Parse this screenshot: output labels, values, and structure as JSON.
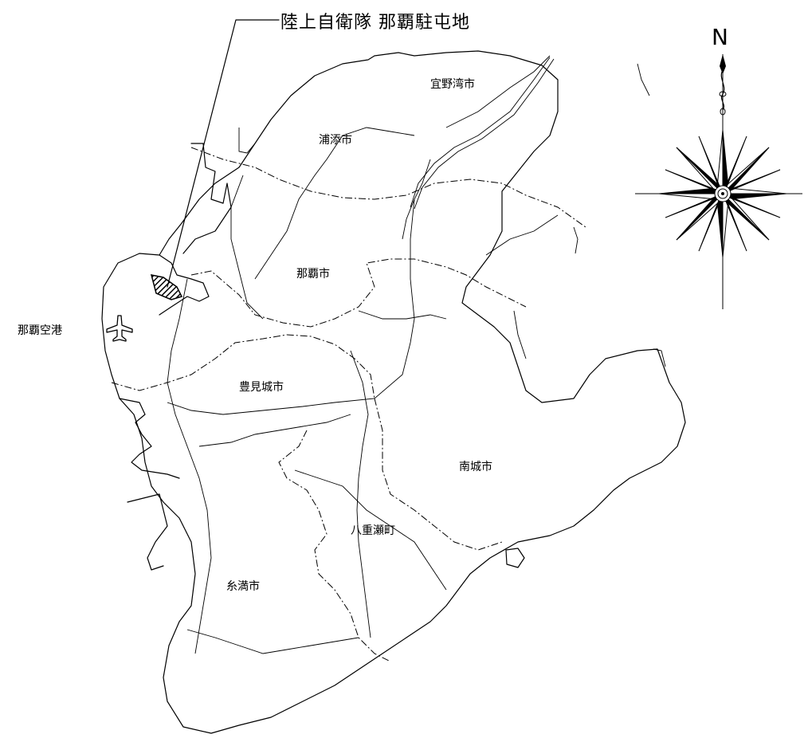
{
  "map": {
    "title": "陸上自衛隊 那覇駐屯地",
    "north_label": "N",
    "airport_label": "那覇空港",
    "airport_icon": "airplane-icon",
    "compass_icon": "compass-rose-icon",
    "municipalities": [
      {
        "name": "宜野湾市"
      },
      {
        "name": "浦添市"
      },
      {
        "name": "那覇市"
      },
      {
        "name": "豊見城市"
      },
      {
        "name": "南城市"
      },
      {
        "name": "八重瀬町"
      },
      {
        "name": "糸満市"
      }
    ]
  }
}
